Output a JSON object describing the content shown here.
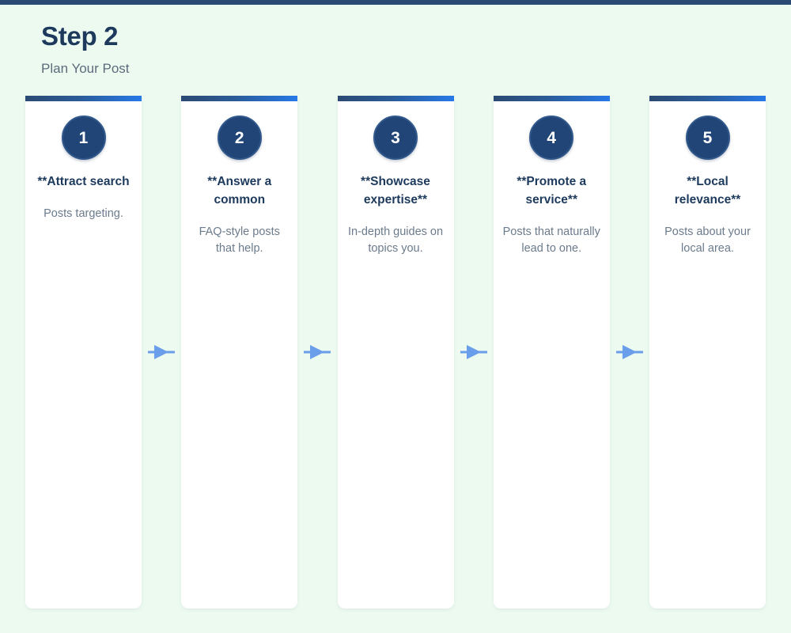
{
  "header": {
    "title": "Step 2",
    "subtitle": "Plan Your Post"
  },
  "theme": {
    "background": "#edfaf0",
    "top_rule": "#2b4a73",
    "card_background": "#ffffff",
    "title_color": "#1d3a5c",
    "subtitle_color": "#5c6b7c",
    "description_color": "#6b7b8c",
    "badge_fill": "#214576",
    "badge_ring": "#32598c",
    "bar_gradient_start": "#2b4a73",
    "bar_gradient_end": "#2779e8",
    "arrow_color": "#6b9eea"
  },
  "flow": {
    "arrow_icon": "arrow-right-icon",
    "steps": [
      {
        "number": "1",
        "title": "**Attract search",
        "description": "Posts targeting."
      },
      {
        "number": "2",
        "title": "**Answer a common",
        "description": "FAQ-style posts that help."
      },
      {
        "number": "3",
        "title": "**Showcase expertise**",
        "description": "In-depth guides on topics you."
      },
      {
        "number": "4",
        "title": "**Promote a service**",
        "description": "Posts that naturally lead to one."
      },
      {
        "number": "5",
        "title": "**Local relevance**",
        "description": "Posts about your local area."
      }
    ]
  }
}
